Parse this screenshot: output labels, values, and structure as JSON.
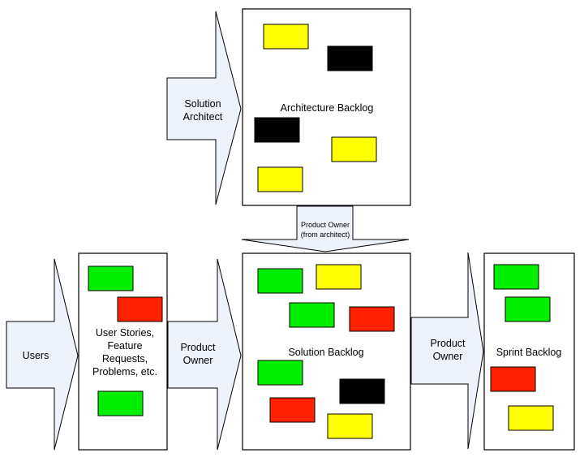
{
  "colors": {
    "arrow_fill": "#eef2fb",
    "board_fill": "#ffffff",
    "outline": "#000000",
    "yellow": "#ffff00",
    "black": "#000000",
    "green": "#00ee00",
    "red": "#ff2200"
  },
  "arrows": {
    "solution_architect": [
      "Solution",
      "Architect"
    ],
    "users": [
      "Users"
    ],
    "product_owner_left": [
      "Product",
      "Owner"
    ],
    "product_owner_from_architect": [
      "Product Owner",
      "(from architect)"
    ],
    "product_owner_right": [
      "Product",
      "Owner"
    ]
  },
  "boards": {
    "architecture_backlog": {
      "label": "Architecture Backlog",
      "cards": [
        "yellow",
        "black",
        "black",
        "yellow",
        "yellow"
      ]
    },
    "user_stories": {
      "label": [
        "User Stories,",
        "Feature",
        "Requests,",
        "Problems, etc."
      ],
      "cards": [
        "green",
        "red",
        "green"
      ]
    },
    "solution_backlog": {
      "label": "Solution Backlog",
      "cards": [
        "green",
        "yellow",
        "green",
        "red",
        "green",
        "black",
        "red",
        "yellow"
      ]
    },
    "sprint_backlog": {
      "label": "Sprint Backlog",
      "cards": [
        "green",
        "green",
        "red",
        "yellow"
      ]
    }
  }
}
